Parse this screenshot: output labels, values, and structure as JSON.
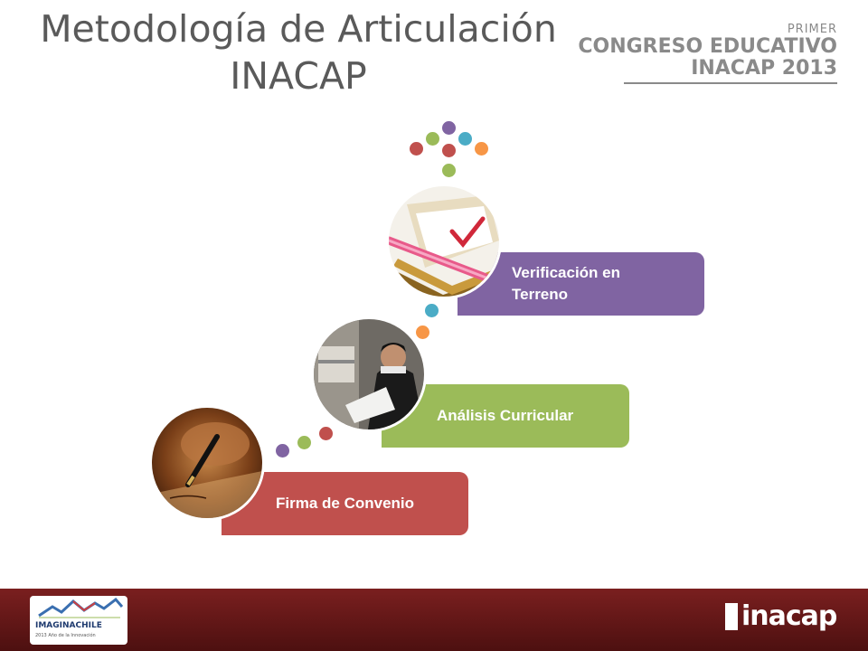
{
  "slide": {
    "title_line1": "Metodología de Articulación",
    "title_line2": "INACAP"
  },
  "header_logo": {
    "line1": "PRIMER",
    "line2": "CONGRESO EDUCATIVO",
    "line3": "INACAP 2013"
  },
  "steps": [
    {
      "label": "Firma de Convenio",
      "color": "#c0504d",
      "image": "signing-pen-photo"
    },
    {
      "label": "Análisis Curricular",
      "color": "#9bbb59",
      "image": "man-reading-documents-photo"
    },
    {
      "label_line1": "Verificación en",
      "label_line2": "Terreno",
      "color": "#8064a2",
      "image": "checked-documents-photo"
    }
  ],
  "dot_colors": {
    "purple": "#8064a2",
    "green": "#9bbb59",
    "red": "#c0504d",
    "blue": "#4bacc6",
    "orange": "#f79646"
  },
  "footer": {
    "left_logo": {
      "name": "IMAGINACHILE",
      "tagline": "2013 Año de la Innovación"
    },
    "right_logo": {
      "name": "inacap"
    }
  }
}
